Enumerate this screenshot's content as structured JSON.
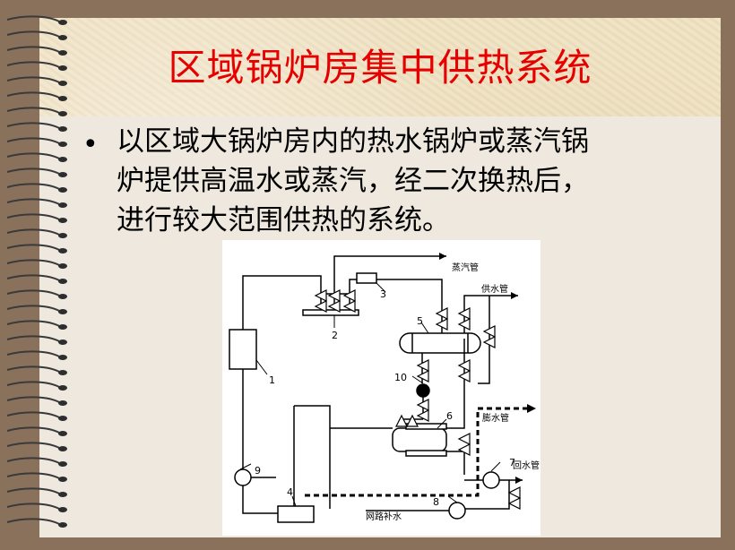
{
  "slide": {
    "title": "区域锅炉房集中供热系统",
    "bullet_lines": [
      "以区域大锅炉房内的热水锅炉或蒸汽锅",
      "炉提供高温水或蒸汽，经二次换热后，",
      "进行较大范围供热的系统。"
    ]
  },
  "diagram": {
    "labels": {
      "steam_pipe": "蒸汽管",
      "supply_pipe": "供水管",
      "makeup_pipe": "膨水管",
      "return_pipe": "回水管",
      "network_makeup": "网路补水"
    },
    "component_numbers": [
      "1",
      "2",
      "3",
      "4",
      "5",
      "6",
      "7",
      "8",
      "9",
      "10"
    ]
  }
}
